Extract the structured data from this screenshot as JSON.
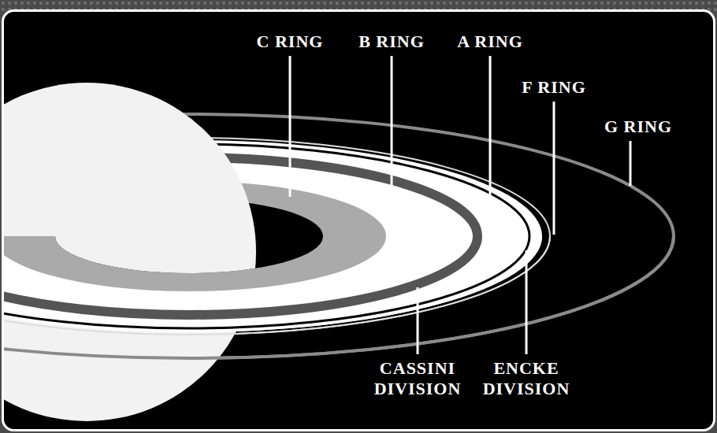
{
  "diagram": {
    "labels": [
      "C RING",
      "B RING",
      "A RING",
      "F RING",
      "G RING",
      "CASSINI DIVISION",
      "ENCKE DIVISION"
    ]
  }
}
